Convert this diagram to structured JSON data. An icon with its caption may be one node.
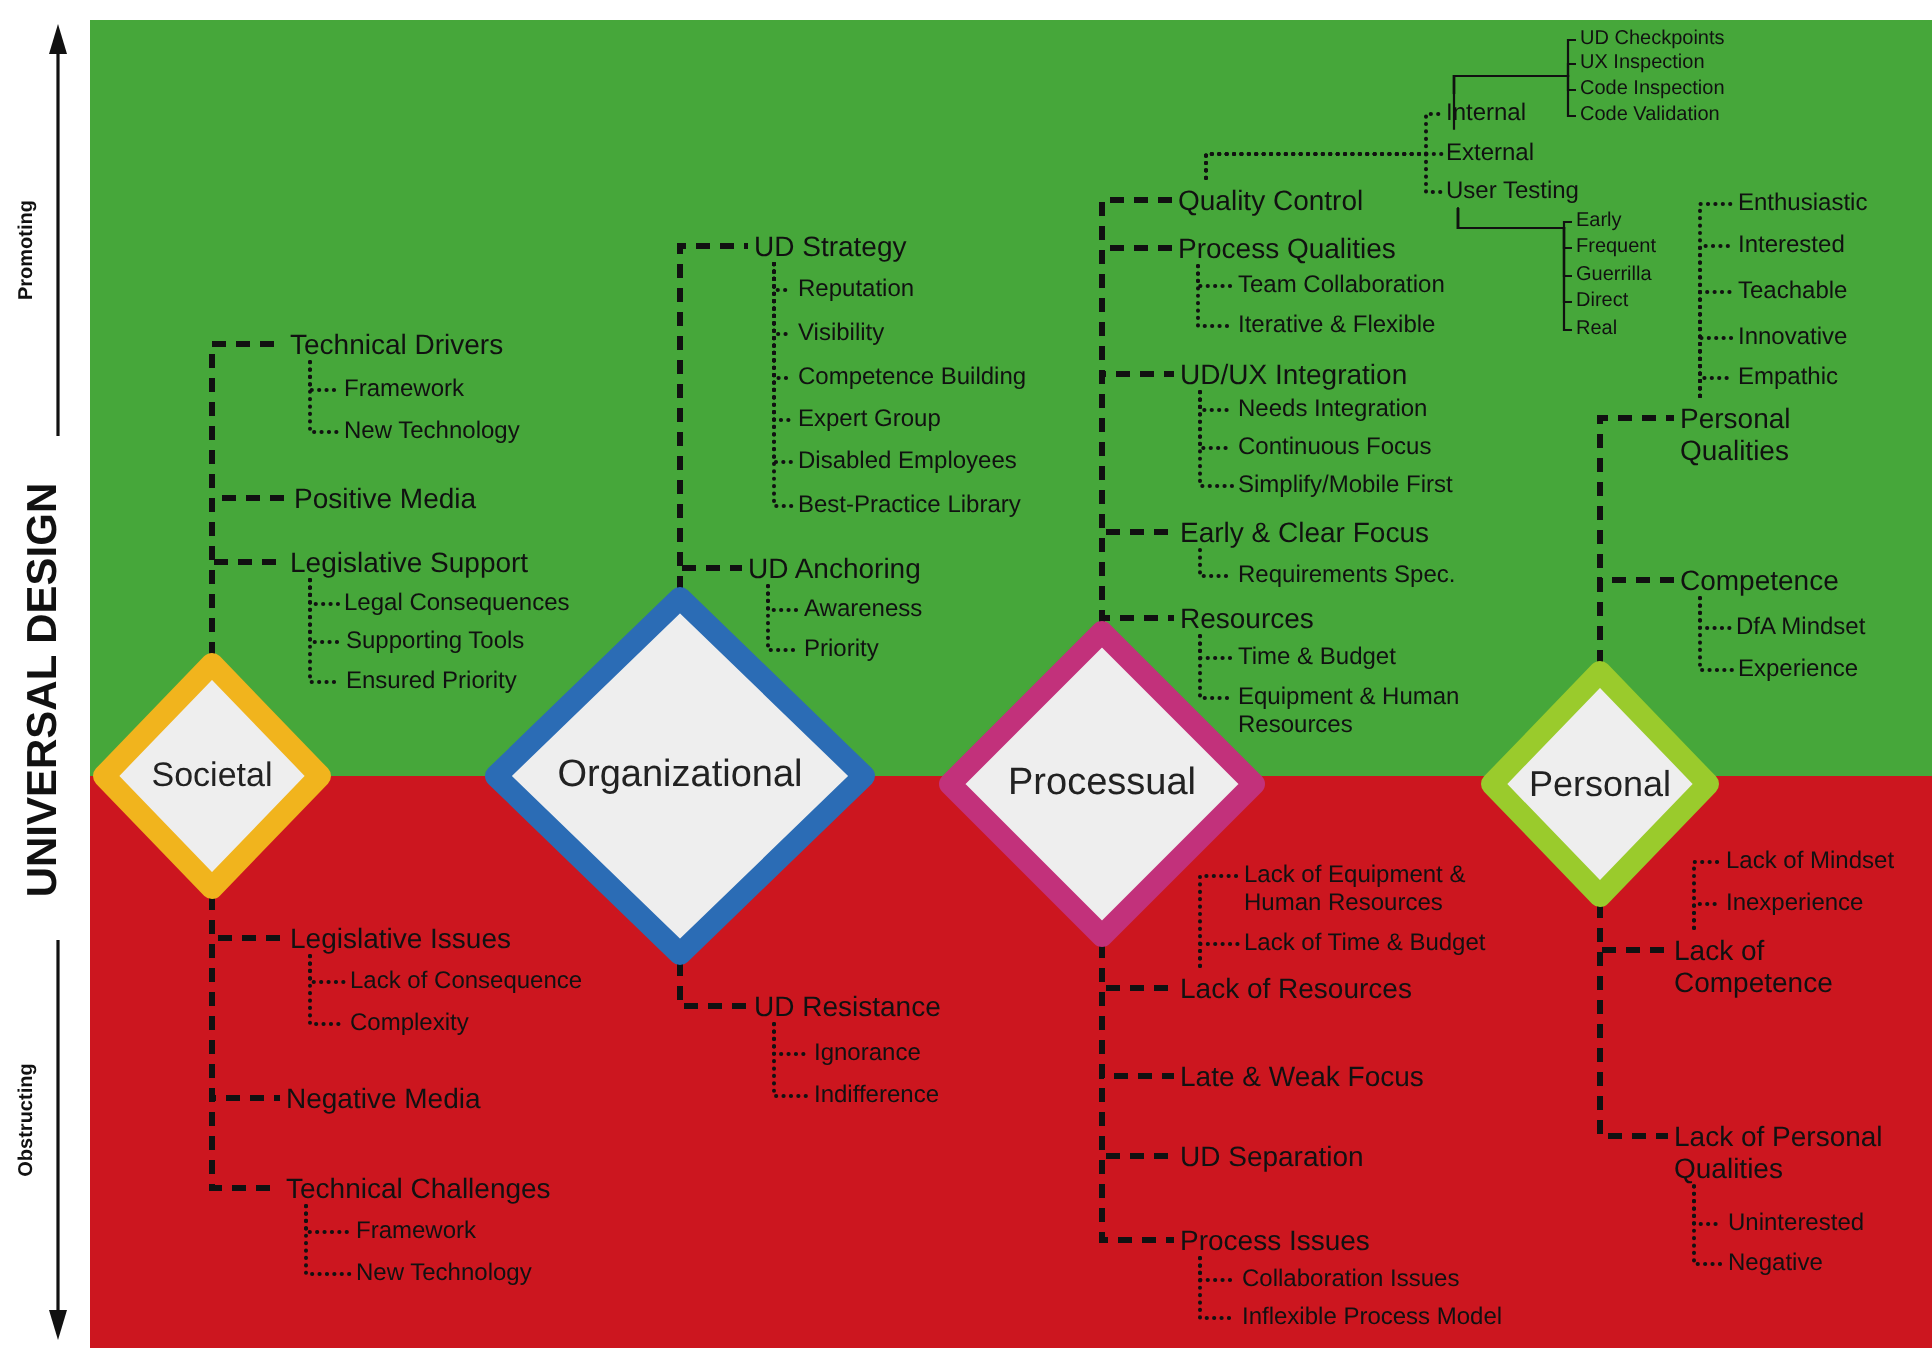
{
  "diagram": {
    "title": "UNIVERSAL DESIGN",
    "nodes": [
      {
        "text": [
          "Societal"
        ]
      },
      {
        "text": [
          "Technical Drivers"
        ]
      },
      {
        "text": [
          "Framework"
        ]
      },
      {
        "text": [
          "New Technology"
        ]
      },
      {
        "text": [
          "Positive Media"
        ]
      },
      {
        "text": [
          "Legislative Support"
        ]
      },
      {
        "text": [
          "Legal Consequences"
        ]
      },
      {
        "text": [
          "Supporting Tools"
        ]
      },
      {
        "text": [
          "Ensured Priority"
        ]
      },
      {
        "text": [
          "Legislative Issues"
        ]
      },
      {
        "text": [
          "Lack of Consequence"
        ]
      },
      {
        "text": [
          "Complexity"
        ]
      },
      {
        "text": [
          "Negative Media"
        ]
      },
      {
        "text": [
          "Technical Challenges"
        ]
      },
      {
        "text": [
          "Framework"
        ]
      },
      {
        "text": [
          "New Technology"
        ]
      },
      {
        "text": [
          "Organizational"
        ]
      },
      {
        "text": [
          "UD Strategy"
        ]
      },
      {
        "text": [
          "Reputation"
        ]
      },
      {
        "text": [
          "Visibility"
        ]
      },
      {
        "text": [
          "Competence Building"
        ]
      },
      {
        "text": [
          "Expert Group"
        ]
      },
      {
        "text": [
          "Disabled Employees"
        ]
      },
      {
        "text": [
          "Best-Practice Library"
        ]
      },
      {
        "text": [
          "UD Anchoring"
        ]
      },
      {
        "text": [
          "Awareness"
        ]
      },
      {
        "text": [
          "Priority"
        ]
      },
      {
        "text": [
          "UD Resistance"
        ]
      },
      {
        "text": [
          "Ignorance"
        ]
      },
      {
        "text": [
          "Indifference"
        ]
      },
      {
        "text": [
          "Processual"
        ]
      },
      {
        "text": [
          "Quality Control"
        ]
      },
      {
        "text": [
          "Internal"
        ]
      },
      {
        "text": [
          "External"
        ]
      },
      {
        "text": [
          "User Testing"
        ]
      },
      {
        "text": [
          "UD Checkpoints"
        ]
      },
      {
        "text": [
          "UX Inspection"
        ]
      },
      {
        "text": [
          "Code Inspection"
        ]
      },
      {
        "text": [
          "Code Validation"
        ]
      },
      {
        "text": [
          "Early"
        ]
      },
      {
        "text": [
          "Frequent"
        ]
      },
      {
        "text": [
          "Guerrilla"
        ]
      },
      {
        "text": [
          "Direct"
        ]
      },
      {
        "text": [
          "Real"
        ]
      },
      {
        "text": [
          "Process Qualities"
        ]
      },
      {
        "text": [
          "Team Collaboration"
        ]
      },
      {
        "text": [
          "Iterative & Flexible"
        ]
      },
      {
        "text": [
          "UD/UX Integration"
        ]
      },
      {
        "text": [
          "Needs Integration"
        ]
      },
      {
        "text": [
          "Continuous Focus"
        ]
      },
      {
        "text": [
          "Simplify/Mobile First"
        ]
      },
      {
        "text": [
          "Early & Clear Focus"
        ]
      },
      {
        "text": [
          "Requirements Spec."
        ]
      },
      {
        "text": [
          "Resources"
        ]
      },
      {
        "text": [
          "Time & Budget"
        ]
      },
      {
        "text": [
          "Equipment & Human Resources"
        ]
      },
      {
        "text": [
          "Lack of Equipment & Human Resources"
        ]
      },
      {
        "text": [
          "Lack of Time & Budget"
        ]
      },
      {
        "text": [
          "Lack of Resources"
        ]
      },
      {
        "text": [
          "Late & Weak Focus"
        ]
      },
      {
        "text": [
          "UD Separation"
        ]
      },
      {
        "text": [
          "Process Issues"
        ]
      },
      {
        "text": [
          "Collaboration Issues"
        ]
      },
      {
        "text": [
          "Inflexible Process Model"
        ]
      },
      {
        "text": [
          "Personal"
        ]
      },
      {
        "text": [
          "Enthusiastic"
        ]
      },
      {
        "text": [
          "Interested"
        ]
      },
      {
        "text": [
          "Teachable"
        ]
      },
      {
        "text": [
          "Innovative"
        ]
      },
      {
        "text": [
          "Empathic"
        ]
      },
      {
        "text": [
          "Personal Qualities"
        ]
      },
      {
        "text": [
          "Competence"
        ]
      },
      {
        "text": [
          "DfA Mindset"
        ]
      },
      {
        "text": [
          "Experience"
        ]
      },
      {
        "text": [
          "Lack of Mindset"
        ]
      },
      {
        "text": [
          "Inexperience"
        ]
      },
      {
        "text": [
          "Lack of Competence"
        ]
      },
      {
        "text": [
          "Lack of Personal Qualities"
        ]
      },
      {
        "text": [
          "Uninterested"
        ]
      },
      {
        "text": [
          "Negative"
        ]
      }
    ],
    "edges": [
      {
        "from": 0,
        "to": 1,
        "arrow": "none",
        "style": "dashed"
      },
      {
        "from": 0,
        "to": 4,
        "arrow": "none",
        "style": "dashed"
      },
      {
        "from": 0,
        "to": 5,
        "arrow": "none",
        "style": "dashed"
      },
      {
        "from": 0,
        "to": 9,
        "arrow": "none",
        "style": "dashed"
      },
      {
        "from": 0,
        "to": 12,
        "arrow": "none",
        "style": "dashed"
      },
      {
        "from": 0,
        "to": 13,
        "arrow": "none",
        "style": "dashed"
      },
      {
        "from": 1,
        "to": 2,
        "arrow": "none",
        "style": "dashed"
      },
      {
        "from": 1,
        "to": 3,
        "arrow": "none",
        "style": "dashed"
      },
      {
        "from": 5,
        "to": 6,
        "arrow": "none",
        "style": "dashed"
      },
      {
        "from": 5,
        "to": 7,
        "arrow": "none",
        "style": "dashed"
      },
      {
        "from": 5,
        "to": 8,
        "arrow": "none",
        "style": "dashed"
      },
      {
        "from": 9,
        "to": 10,
        "arrow": "none",
        "style": "dashed"
      },
      {
        "from": 9,
        "to": 11,
        "arrow": "none",
        "style": "dashed"
      },
      {
        "from": 13,
        "to": 14,
        "arrow": "none",
        "style": "dashed"
      },
      {
        "from": 13,
        "to": 15,
        "arrow": "none",
        "style": "dashed"
      },
      {
        "from": 16,
        "to": 17,
        "arrow": "none",
        "style": "dashed"
      },
      {
        "from": 16,
        "to": 24,
        "arrow": "none",
        "style": "dashed"
      },
      {
        "from": 16,
        "to": 27,
        "arrow": "none",
        "style": "dashed"
      },
      {
        "from": 17,
        "to": 18,
        "arrow": "none",
        "style": "dashed"
      },
      {
        "from": 17,
        "to": 19,
        "arrow": "none",
        "style": "dashed"
      },
      {
        "from": 17,
        "to": 20,
        "arrow": "none",
        "style": "dashed"
      },
      {
        "from": 17,
        "to": 21,
        "arrow": "none",
        "style": "dashed"
      },
      {
        "from": 17,
        "to": 22,
        "arrow": "none",
        "style": "dashed"
      },
      {
        "from": 17,
        "to": 23,
        "arrow": "none",
        "style": "dashed"
      },
      {
        "from": 24,
        "to": 25,
        "arrow": "none",
        "style": "dashed"
      },
      {
        "from": 24,
        "to": 26,
        "arrow": "none",
        "style": "dashed"
      },
      {
        "from": 27,
        "to": 28,
        "arrow": "none",
        "style": "dashed"
      },
      {
        "from": 27,
        "to": 29,
        "arrow": "none",
        "style": "dashed"
      },
      {
        "from": 30,
        "to": 31,
        "arrow": "none",
        "style": "dashed"
      },
      {
        "from": 30,
        "to": 44,
        "arrow": "none",
        "style": "dashed"
      },
      {
        "from": 30,
        "to": 47,
        "arrow": "none",
        "style": "dashed"
      },
      {
        "from": 30,
        "to": 51,
        "arrow": "none",
        "style": "dashed"
      },
      {
        "from": 30,
        "to": 53,
        "arrow": "none",
        "style": "dashed"
      },
      {
        "from": 30,
        "to": 58,
        "arrow": "none",
        "style": "dashed"
      },
      {
        "from": 30,
        "to": 59,
        "arrow": "none",
        "style": "dashed"
      },
      {
        "from": 30,
        "to": 60,
        "arrow": "none",
        "style": "dashed"
      },
      {
        "from": 30,
        "to": 61,
        "arrow": "none",
        "style": "dashed"
      },
      {
        "from": 31,
        "to": 32,
        "arrow": "none",
        "style": "dashed"
      },
      {
        "from": 31,
        "to": 33,
        "arrow": "none",
        "style": "dashed"
      },
      {
        "from": 31,
        "to": 34,
        "arrow": "none",
        "style": "dashed"
      },
      {
        "from": 32,
        "to": 35,
        "arrow": "none"
      },
      {
        "from": 32,
        "to": 36,
        "arrow": "none"
      },
      {
        "from": 32,
        "to": 37,
        "arrow": "none"
      },
      {
        "from": 32,
        "to": 38,
        "arrow": "none"
      },
      {
        "from": 34,
        "to": 39,
        "arrow": "none"
      },
      {
        "from": 34,
        "to": 40,
        "arrow": "none"
      },
      {
        "from": 34,
        "to": 41,
        "arrow": "none"
      },
      {
        "from": 34,
        "to": 42,
        "arrow": "none"
      },
      {
        "from": 34,
        "to": 43,
        "arrow": "none"
      },
      {
        "from": 44,
        "to": 45,
        "arrow": "none",
        "style": "dashed"
      },
      {
        "from": 44,
        "to": 46,
        "arrow": "none",
        "style": "dashed"
      },
      {
        "from": 47,
        "to": 48,
        "arrow": "none",
        "style": "dashed"
      },
      {
        "from": 47,
        "to": 49,
        "arrow": "none",
        "style": "dashed"
      },
      {
        "from": 47,
        "to": 50,
        "arrow": "none",
        "style": "dashed"
      },
      {
        "from": 51,
        "to": 52,
        "arrow": "none",
        "style": "dashed"
      },
      {
        "from": 53,
        "to": 54,
        "arrow": "none",
        "style": "dashed"
      },
      {
        "from": 53,
        "to": 55,
        "arrow": "none",
        "style": "dashed"
      },
      {
        "from": 58,
        "to": 56,
        "arrow": "none",
        "style": "dashed"
      },
      {
        "from": 58,
        "to": 57,
        "arrow": "none",
        "style": "dashed"
      },
      {
        "from": 61,
        "to": 62,
        "arrow": "none",
        "style": "dashed"
      },
      {
        "from": 61,
        "to": 63,
        "arrow": "none",
        "style": "dashed"
      },
      {
        "from": 64,
        "to": 70,
        "arrow": "none",
        "style": "dashed"
      },
      {
        "from": 64,
        "to": 71,
        "arrow": "none",
        "style": "dashed"
      },
      {
        "from": 64,
        "to": 76,
        "arrow": "none",
        "style": "dashed"
      },
      {
        "from": 64,
        "to": 77,
        "arrow": "none",
        "style": "dashed"
      },
      {
        "from": 70,
        "to": 65,
        "arrow": "none",
        "style": "dashed"
      },
      {
        "from": 70,
        "to": 66,
        "arrow": "none",
        "style": "dashed"
      },
      {
        "from": 70,
        "to": 67,
        "arrow": "none",
        "style": "dashed"
      },
      {
        "from": 70,
        "to": 68,
        "arrow": "none",
        "style": "dashed"
      },
      {
        "from": 70,
        "to": 69,
        "arrow": "none",
        "style": "dashed"
      },
      {
        "from": 71,
        "to": 72,
        "arrow": "none",
        "style": "dashed"
      },
      {
        "from": 71,
        "to": 73,
        "arrow": "none",
        "style": "dashed"
      },
      {
        "from": 76,
        "to": 74,
        "arrow": "none",
        "style": "dashed"
      },
      {
        "from": 76,
        "to": 75,
        "arrow": "none",
        "style": "dashed"
      },
      {
        "from": 77,
        "to": 78,
        "arrow": "none",
        "style": "dashed"
      },
      {
        "from": 77,
        "to": 79,
        "arrow": "none",
        "style": "dashed"
      }
    ],
    "labels": [
      "Promoting",
      "Obstructing"
    ]
  }
}
